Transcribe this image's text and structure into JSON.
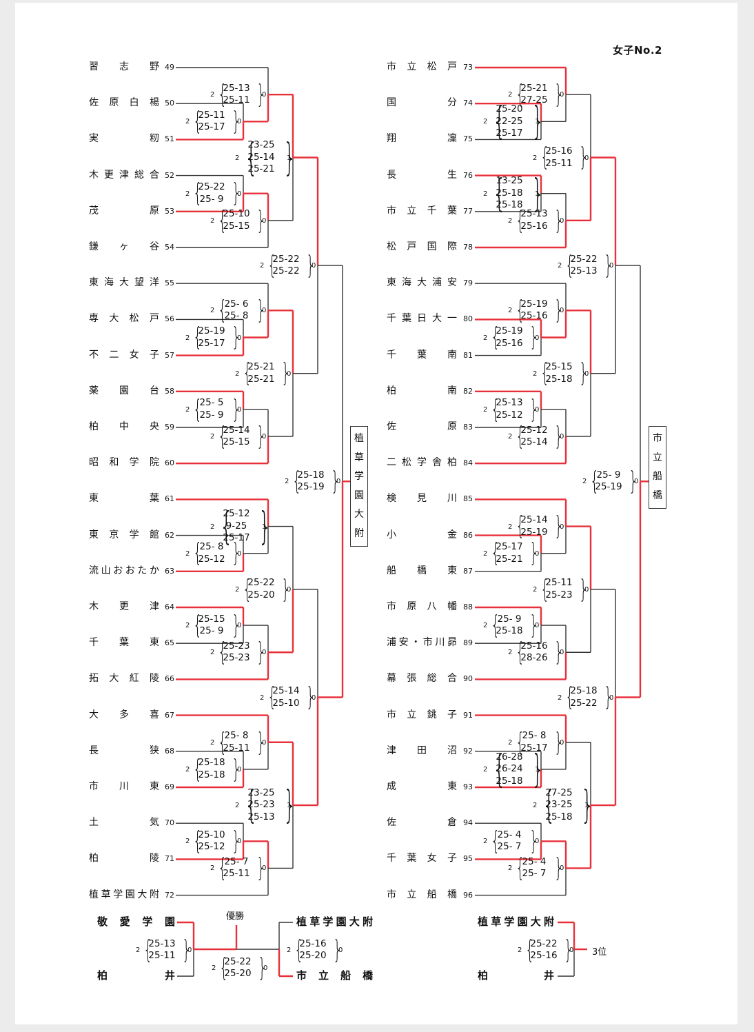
{
  "title": "女子No.2",
  "left": {
    "teams": [
      {
        "name": "習志野",
        "seed": "49"
      },
      {
        "name": "佐原白楊",
        "seed": "50"
      },
      {
        "name": "実籾",
        "seed": "51"
      },
      {
        "name": "木更津総合",
        "seed": "52"
      },
      {
        "name": "茂原",
        "seed": "53"
      },
      {
        "name": "鎌ヶ谷",
        "seed": "54"
      },
      {
        "name": "東海大望洋",
        "seed": "55"
      },
      {
        "name": "専大松戸",
        "seed": "56"
      },
      {
        "name": "不二女子",
        "seed": "57"
      },
      {
        "name": "薬園台",
        "seed": "58"
      },
      {
        "name": "柏中央",
        "seed": "59"
      },
      {
        "name": "昭和学院",
        "seed": "60"
      },
      {
        "name": "東葉",
        "seed": "61"
      },
      {
        "name": "東京学館",
        "seed": "62"
      },
      {
        "name": "流山おおたか",
        "seed": "63"
      },
      {
        "name": "木更津",
        "seed": "64"
      },
      {
        "name": "千葉東",
        "seed": "65"
      },
      {
        "name": "拓大紅陵",
        "seed": "66"
      },
      {
        "name": "大多喜",
        "seed": "67"
      },
      {
        "name": "長狭",
        "seed": "68"
      },
      {
        "name": "市川東",
        "seed": "69"
      },
      {
        "name": "土気",
        "seed": "70"
      },
      {
        "name": "柏陵",
        "seed": "71"
      },
      {
        "name": "植草学園大附",
        "seed": "72"
      }
    ],
    "winner": [
      "植",
      "草",
      "学",
      "園",
      "大",
      "附"
    ]
  },
  "right": {
    "teams": [
      {
        "name": "市立松戸",
        "seed": "73"
      },
      {
        "name": "国分",
        "seed": "74"
      },
      {
        "name": "翔凜",
        "seed": "75"
      },
      {
        "name": "長生",
        "seed": "76"
      },
      {
        "name": "市立千葉",
        "seed": "77"
      },
      {
        "name": "松戸国際",
        "seed": "78"
      },
      {
        "name": "東海大浦安",
        "seed": "79"
      },
      {
        "name": "千葉日大一",
        "seed": "80"
      },
      {
        "name": "千葉南",
        "seed": "81"
      },
      {
        "name": "柏南",
        "seed": "82"
      },
      {
        "name": "佐原",
        "seed": "83"
      },
      {
        "name": "二松学舎柏",
        "seed": "84"
      },
      {
        "name": "検見川",
        "seed": "85"
      },
      {
        "name": "小金",
        "seed": "86"
      },
      {
        "name": "船橋東",
        "seed": "87"
      },
      {
        "name": "市原八幡",
        "seed": "88"
      },
      {
        "name": "浦安・市川昴",
        "seed": "89"
      },
      {
        "name": "幕張総合",
        "seed": "90"
      },
      {
        "name": "市立銚子",
        "seed": "91"
      },
      {
        "name": "津田沼",
        "seed": "92"
      },
      {
        "name": "成東",
        "seed": "93"
      },
      {
        "name": "佐倉",
        "seed": "94"
      },
      {
        "name": "千葉女子",
        "seed": "95"
      },
      {
        "name": "市立船橋",
        "seed": "96"
      }
    ],
    "winner": [
      "市",
      "立",
      "船",
      "橋"
    ]
  },
  "scores": {
    "L": [
      {
        "sets": [
          "25-11",
          "25-17"
        ],
        "w": "2",
        "l": "0"
      },
      {
        "sets": [
          "25-13",
          "25-11"
        ],
        "w": "2",
        "l": "0"
      },
      {
        "sets": [
          "23-25",
          "25-14",
          "25-21"
        ],
        "w": "2",
        "l": "1"
      },
      {
        "sets": [
          "25-22",
          "25- 9"
        ],
        "w": "2",
        "l": "0"
      },
      {
        "sets": [
          "25-10",
          "25-15"
        ],
        "w": "2",
        "l": "0"
      },
      {
        "sets": [
          "25-19",
          "25-17"
        ],
        "w": "2",
        "l": "0"
      },
      {
        "sets": [
          "25- 6",
          "25- 8"
        ],
        "w": "2",
        "l": "0"
      },
      {
        "sets": [
          "25-21",
          "25-21"
        ],
        "w": "2",
        "l": "0"
      },
      {
        "sets": [
          "25- 5",
          "25- 9"
        ],
        "w": "2",
        "l": "0"
      },
      {
        "sets": [
          "25-14",
          "25-15"
        ],
        "w": "2",
        "l": "0"
      },
      {
        "sets": [
          "25-22",
          "25-22"
        ],
        "w": "2",
        "l": "0"
      },
      {
        "sets": [
          "25- 8",
          "25-12"
        ],
        "w": "2",
        "l": "0"
      },
      {
        "sets": [
          "25-12",
          "9-25",
          "25-17"
        ],
        "w": "2",
        "l": "1"
      },
      {
        "sets": [
          "25-22",
          "25-20"
        ],
        "w": "2",
        "l": "0"
      },
      {
        "sets": [
          "25-15",
          "25- 9"
        ],
        "w": "2",
        "l": "0"
      },
      {
        "sets": [
          "25-23",
          "25-23"
        ],
        "w": "2",
        "l": "0"
      },
      {
        "sets": [
          "25-18",
          "25-18"
        ],
        "w": "2",
        "l": "0"
      },
      {
        "sets": [
          "25- 8",
          "25-11"
        ],
        "w": "2",
        "l": "0"
      },
      {
        "sets": [
          "23-25",
          "25-23",
          "25-13"
        ],
        "w": "2",
        "l": "1"
      },
      {
        "sets": [
          "25-10",
          "25-12"
        ],
        "w": "2",
        "l": "0"
      },
      {
        "sets": [
          "25- 7",
          "25-11"
        ],
        "w": "2",
        "l": "0"
      },
      {
        "sets": [
          "25-14",
          "25-10"
        ],
        "w": "2",
        "l": "0"
      },
      {
        "sets": [
          "25-18",
          "25-19"
        ],
        "w": "2",
        "l": "0"
      }
    ],
    "R": [
      {
        "sets": [
          "25-20",
          "22-25",
          "25-17"
        ],
        "w": "2",
        "l": "1"
      },
      {
        "sets": [
          "25-21",
          "27-25"
        ],
        "w": "2",
        "l": "0"
      },
      {
        "sets": [
          "25-16",
          "25-11"
        ],
        "w": "2",
        "l": "0"
      },
      {
        "sets": [
          "13-25",
          "25-18",
          "25-18"
        ],
        "w": "2",
        "l": "1"
      },
      {
        "sets": [
          "25-13",
          "25-16"
        ],
        "w": "2",
        "l": "0"
      },
      {
        "sets": [
          "25-19",
          "25-16"
        ],
        "w": "2",
        "l": "0"
      },
      {
        "sets": [
          "25-19",
          "25-16"
        ],
        "w": "2",
        "l": "0"
      },
      {
        "sets": [
          "25-15",
          "25-18"
        ],
        "w": "2",
        "l": "0"
      },
      {
        "sets": [
          "25-13",
          "25-12"
        ],
        "w": "2",
        "l": "0"
      },
      {
        "sets": [
          "25-12",
          "25-14"
        ],
        "w": "2",
        "l": "0"
      },
      {
        "sets": [
          "25-22",
          "25-13"
        ],
        "w": "2",
        "l": "0"
      },
      {
        "sets": [
          "25-17",
          "25-21"
        ],
        "w": "2",
        "l": "0"
      },
      {
        "sets": [
          "25-14",
          "25-19"
        ],
        "w": "2",
        "l": "0"
      },
      {
        "sets": [
          "25-11",
          "25-23"
        ],
        "w": "2",
        "l": "0"
      },
      {
        "sets": [
          "25- 9",
          "25-18"
        ],
        "w": "2",
        "l": "0"
      },
      {
        "sets": [
          "25-16",
          "28-26"
        ],
        "w": "2",
        "l": "0"
      },
      {
        "sets": [
          "26-28",
          "26-24",
          "25-18"
        ],
        "w": "2",
        "l": "1"
      },
      {
        "sets": [
          "25- 8",
          "25-17"
        ],
        "w": "2",
        "l": "0"
      },
      {
        "sets": [
          "27-25",
          "23-25",
          "25-18"
        ],
        "w": "2",
        "l": "1"
      },
      {
        "sets": [
          "25- 4",
          "25- 7"
        ],
        "w": "2",
        "l": "0"
      },
      {
        "sets": [
          "25- 4",
          "25- 7"
        ],
        "w": "2",
        "l": "0"
      },
      {
        "sets": [
          "25-18",
          "25-22"
        ],
        "w": "2",
        "l": "0"
      },
      {
        "sets": [
          "25- 9",
          "25-19"
        ],
        "w": "2",
        "l": "0"
      }
    ],
    "F": [
      {
        "sets": [
          "25-13",
          "25-11"
        ],
        "w": "2",
        "l": "0"
      },
      {
        "sets": [
          "25-16",
          "25-20"
        ],
        "w": "2",
        "l": "0"
      },
      {
        "sets": [
          "25-22",
          "25-20"
        ],
        "w": "2",
        "l": "0"
      },
      {
        "sets": [
          "25-22",
          "25-16"
        ],
        "w": "2",
        "l": "0"
      }
    ]
  },
  "finals": {
    "semi1_top": "敬愛学園",
    "semi1_bottom": "柏井",
    "semi2_top": "植草学園大附",
    "semi2_bottom": "市立船橋",
    "third_top": "植草学園大附",
    "third_bottom": "柏井",
    "champion_label": "優勝",
    "third_label": "3位"
  },
  "colors": {
    "winner_line": "#e8303a",
    "loser_line": "#333333"
  }
}
